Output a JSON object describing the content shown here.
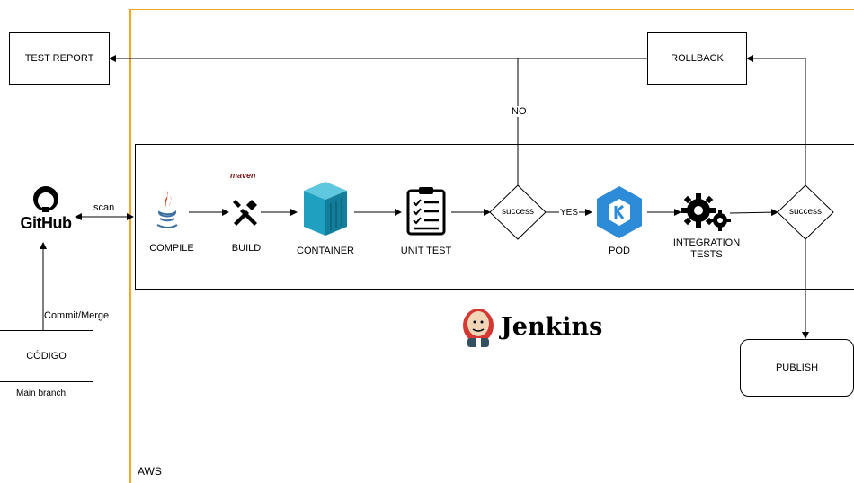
{
  "aws_label": "AWS",
  "github": {
    "name": "GitHub"
  },
  "scan_label": "scan",
  "commit_label": "Commit/Merge",
  "codigo": {
    "label": "CÓDIGO",
    "sublabel": "Main branch"
  },
  "test_report": "TEST REPORT",
  "rollback": "ROLLBACK",
  "publish": "PUBLISH",
  "no_label": "NO",
  "yes_label": "YES",
  "decision_label": "success",
  "stages": {
    "compile": "COMPILE",
    "build": "BUILD",
    "container": "CONTAINER",
    "unit_test": "UNIT TEST",
    "pod": "POD",
    "integration_line1": "INTEGRATION",
    "integration_line2": "TESTS"
  },
  "maven_text": "maven",
  "jenkins_text": "Jenkins",
  "colors": {
    "aws_border": "#f5a623",
    "container": "#1fa0c0",
    "pod": "#2e8bd7",
    "java_red": "#e2381c",
    "java_blue": "#3a6f9e"
  }
}
